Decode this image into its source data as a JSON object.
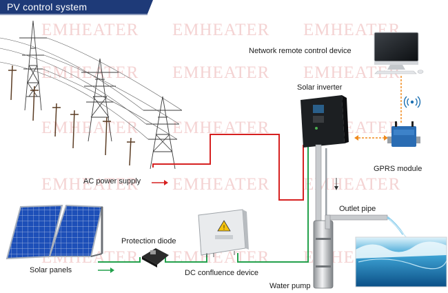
{
  "banner": {
    "title": "PV control system",
    "color": "#1e3a78"
  },
  "watermark": "EMHEATER",
  "labels": {
    "network": "Network remote control device",
    "inverter": "Solar inverter",
    "gprs": "GPRS module",
    "ac_power": "AC power supply",
    "outlet_pipe": "Outlet pipe",
    "protection_diode": "Protection diode",
    "solar_panels": "Solar panels",
    "dc_confluence": "DC confluence device",
    "water_pump": "Water pump"
  },
  "colors": {
    "ac_wire": "#d62020",
    "dc_wire": "#22a04b",
    "signal": "#f08a1c",
    "panel": "#1e4fb8"
  }
}
